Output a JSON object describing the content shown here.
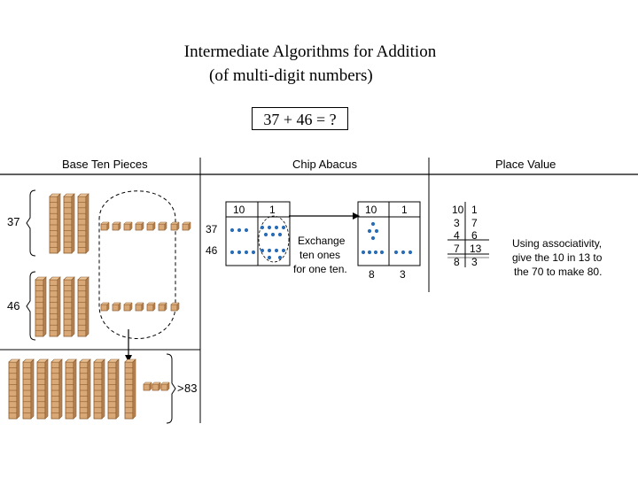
{
  "title": {
    "line1": "Intermediate Algorithms for Addition",
    "line2": "(of multi-digit numbers)"
  },
  "equation": "37 + 46 = ?",
  "columns": {
    "base_ten": "Base Ten Pieces",
    "chip_abacus": "Chip Abacus",
    "place_value": "Place Value"
  },
  "base_ten": {
    "label_37": "37",
    "label_46": "46",
    "label_83": "83",
    "arrow_83": ">"
  },
  "abacus": {
    "left": {
      "tens": "10",
      "ones": "1",
      "row1": "37",
      "row2": "46"
    },
    "right": {
      "tens": "10",
      "ones": "1",
      "bottom_tens": "8",
      "bottom_ones": "3"
    },
    "exchange_text": [
      "Exchange",
      "ten ones",
      "for one ten."
    ]
  },
  "place_value": {
    "header": [
      "10",
      "1"
    ],
    "rows": [
      [
        "3",
        "7"
      ],
      [
        "4",
        "6"
      ],
      [
        "7",
        "13"
      ],
      [
        "8",
        "3"
      ]
    ],
    "note": [
      "Using associativity,",
      "give the 10 in 13 to",
      "the 70 to make 80."
    ]
  },
  "colors": {
    "chip": "#2a6db5",
    "block": "#d9a877",
    "block_dark": "#8b5a2b"
  }
}
